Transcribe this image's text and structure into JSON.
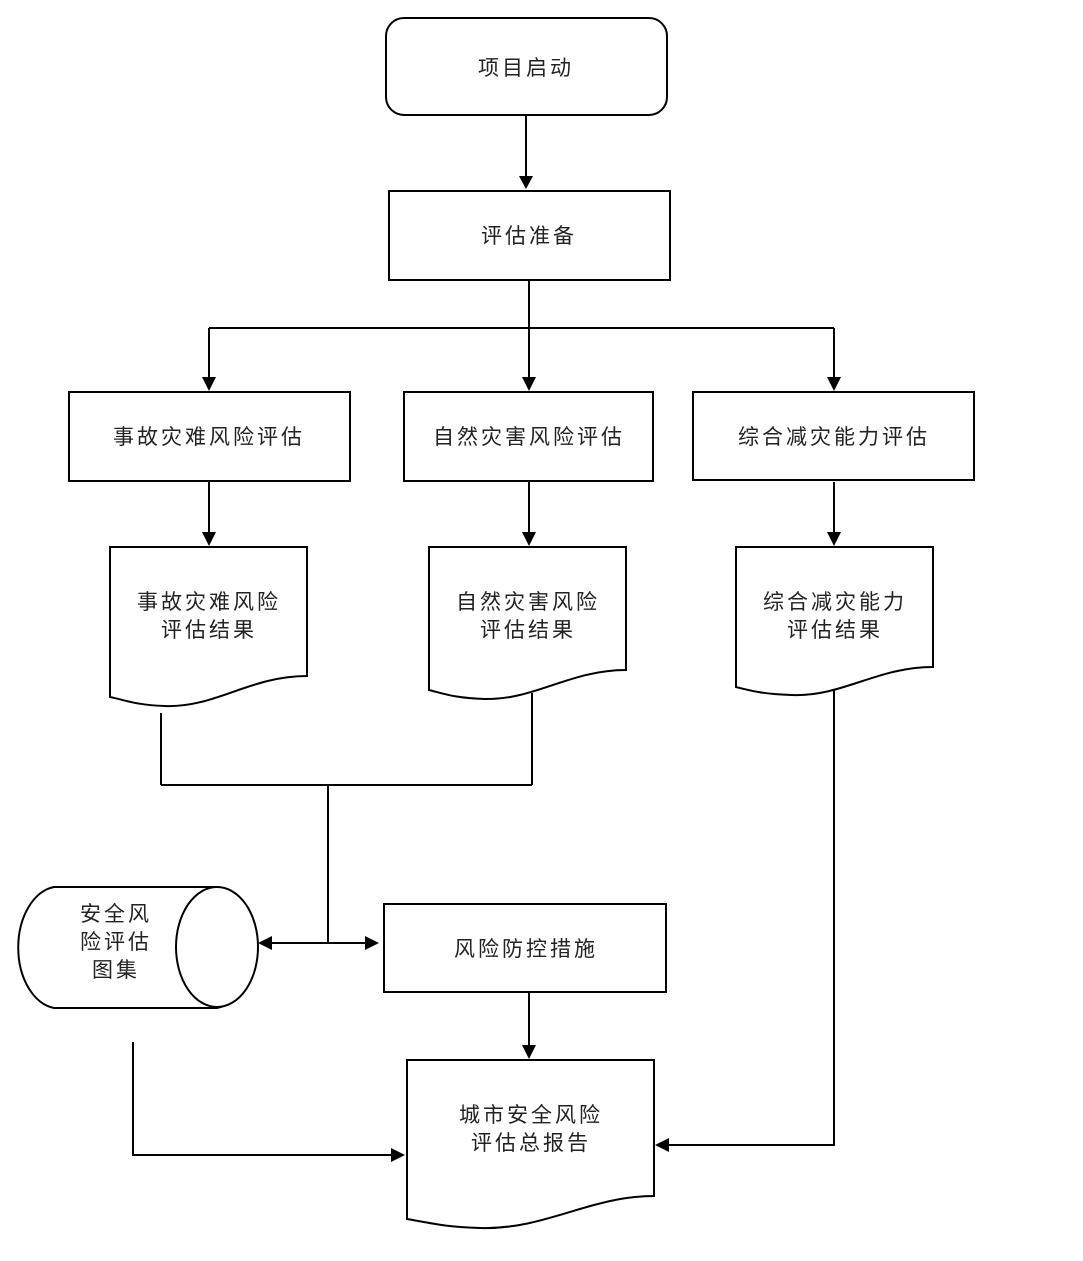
{
  "diagram": {
    "type": "flowchart",
    "nodes": {
      "start": {
        "shape": "rounded-rect",
        "lines": [
          "项目启动"
        ]
      },
      "prep": {
        "shape": "rect",
        "lines": [
          "评估准备"
        ]
      },
      "accident_eval": {
        "shape": "rect",
        "lines": [
          "事故灾难风险评估"
        ]
      },
      "natural_eval": {
        "shape": "rect",
        "lines": [
          "自然灾害风险评估"
        ]
      },
      "mitigation_eval": {
        "shape": "rect",
        "lines": [
          "综合减灾能力评估"
        ]
      },
      "accident_result": {
        "shape": "document",
        "lines": [
          "事故灾难风险",
          "评估结果"
        ]
      },
      "natural_result": {
        "shape": "document",
        "lines": [
          "自然灾害风险",
          "评估结果"
        ]
      },
      "mitigation_result": {
        "shape": "document",
        "lines": [
          "综合减灾能力",
          "评估结果"
        ]
      },
      "atlas": {
        "shape": "cylinder",
        "lines": [
          "安全风",
          "险评估",
          "图集"
        ]
      },
      "controls": {
        "shape": "rect",
        "lines": [
          "风险防控措施"
        ]
      },
      "report": {
        "shape": "document",
        "lines": [
          "城市安全风险",
          "评估总报告"
        ]
      }
    },
    "edges": [
      {
        "from": "start",
        "to": "prep",
        "arrow": true
      },
      {
        "from": "prep",
        "to": "accident_eval",
        "arrow": true
      },
      {
        "from": "prep",
        "to": "natural_eval",
        "arrow": true
      },
      {
        "from": "prep",
        "to": "mitigation_eval",
        "arrow": true
      },
      {
        "from": "accident_eval",
        "to": "accident_result",
        "arrow": true
      },
      {
        "from": "natural_eval",
        "to": "natural_result",
        "arrow": true
      },
      {
        "from": "mitigation_eval",
        "to": "mitigation_result",
        "arrow": true
      },
      {
        "from": [
          "accident_result",
          "natural_result"
        ],
        "to": "atlas",
        "arrow": true
      },
      {
        "from": [
          "accident_result",
          "natural_result"
        ],
        "to": "controls",
        "arrow": true
      },
      {
        "from": "controls",
        "to": "report",
        "arrow": true
      },
      {
        "from": "atlas",
        "to": "report",
        "arrow": true
      },
      {
        "from": "mitigation_result",
        "to": "report",
        "arrow": true
      }
    ]
  }
}
